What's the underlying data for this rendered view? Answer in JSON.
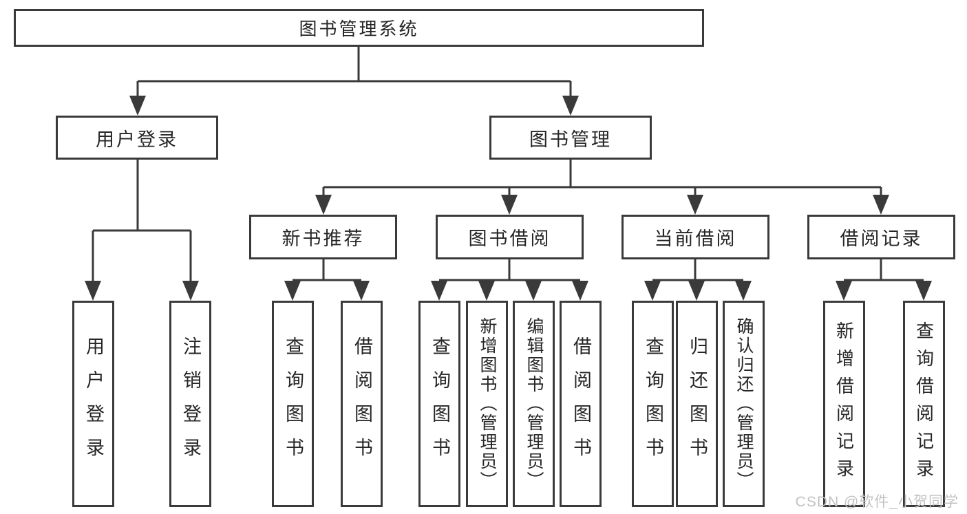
{
  "nodes": {
    "root": "图书管理系统",
    "user_login": "用户登录",
    "book_mgmt": "图书管理",
    "new_book_rec": "新书推荐",
    "book_borrow": "图书借阅",
    "current_borrow": "当前借阅",
    "borrow_records": "借阅记录"
  },
  "leaves": {
    "user_login": [
      "用户登录",
      "注销登录"
    ],
    "new_book_rec": [
      "查询图书",
      "借阅图书"
    ],
    "book_borrow": [
      "查询图书",
      "新增图书（管理员）",
      "编辑图书（管理员）",
      "借阅图书"
    ],
    "current_borrow": [
      "查询图书",
      "归还图书",
      "确认归还（管理员）"
    ],
    "borrow_records": [
      "新增借阅记录",
      "查询借阅记录"
    ]
  },
  "watermark": "CSDN @软件_小贺同学",
  "colors": {
    "line": "#3a3a3a",
    "text": "#262626",
    "watermark": "#c2c2c2",
    "background": "#ffffff"
  }
}
